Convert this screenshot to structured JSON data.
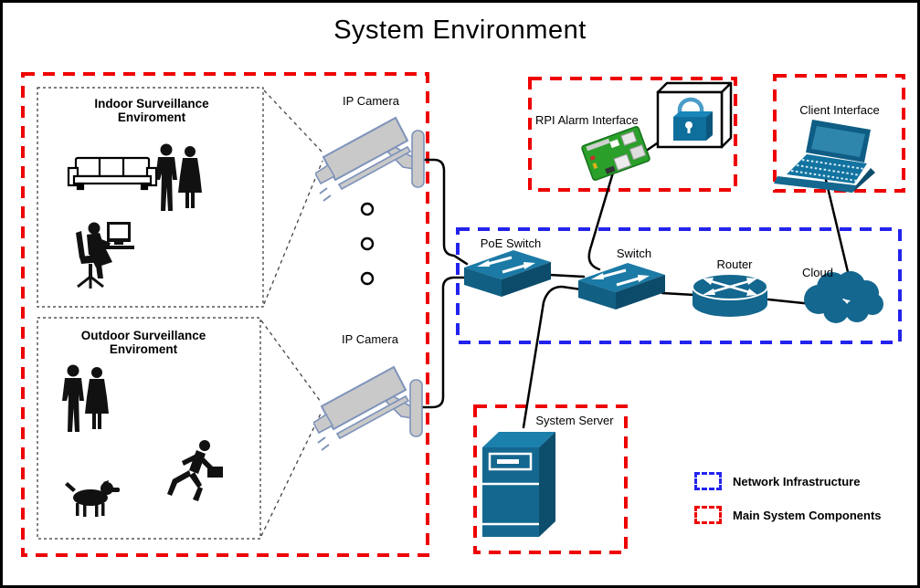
{
  "title": "System Environment",
  "zones": {
    "indoor": {
      "line1": "Indoor Surveillance",
      "line2": "Enviroment"
    },
    "outdoor": {
      "line1": "Outdoor Surveillance",
      "line2": "Enviroment"
    }
  },
  "nodes": {
    "camera_top": {
      "label": "IP Camera"
    },
    "camera_bottom": {
      "label": "IP Camera"
    },
    "rpi": {
      "label": "RPI Alarm Interface"
    },
    "client": {
      "label": "Client Interface"
    },
    "poe_switch": {
      "label": "PoE Switch"
    },
    "switch": {
      "label": "Switch"
    },
    "router": {
      "label": "Router"
    },
    "cloud": {
      "label": "Cloud"
    },
    "server": {
      "label": "System Server"
    }
  },
  "legend": {
    "network": {
      "label": "Network Infrastructure",
      "color": "#2323ee"
    },
    "main": {
      "label": "Main System Components",
      "color": "#ee0000"
    }
  },
  "colors": {
    "device_teal": "#14678f",
    "device_teal_dark": "#0d4e6d",
    "camera_gray": "#c9c9c9",
    "camera_outline": "#7e93ba",
    "pcb_green": "#2aa02a",
    "red_dash": "#ee0000",
    "blue_dash": "#2323ee"
  }
}
